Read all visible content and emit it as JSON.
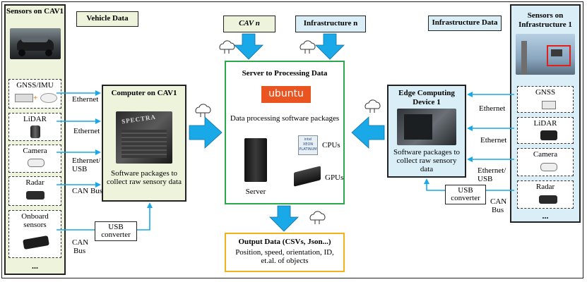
{
  "left_column": {
    "title": "Sensors on CAV1",
    "tag": "Vehicle Data",
    "sensors": [
      {
        "name": "GNSS/IMU"
      },
      {
        "name": "LiDAR"
      },
      {
        "name": "Camera"
      },
      {
        "name": "Radar"
      },
      {
        "name": "Onboard sensors"
      }
    ],
    "ellipsis": "..."
  },
  "right_column": {
    "title": "Sensors on Infrastructure 1",
    "tag": "Infrastructure Data",
    "sensors": [
      {
        "name": "GNSS"
      },
      {
        "name": "LiDAR"
      },
      {
        "name": "Camera"
      },
      {
        "name": "Radar"
      }
    ],
    "ellipsis": "..."
  },
  "top_sources": {
    "cav": "CAV n",
    "infrastructure": "Infrastructure n"
  },
  "computer": {
    "title": "Computer on CAV1",
    "device_label": "SPECTRA",
    "description": "Software packages to collect raw sensory data"
  },
  "edge": {
    "title": "Edge Computing Device 1",
    "description": "Software packages to collect raw sensory data"
  },
  "server_box": {
    "title": "Server to Processing Data",
    "os_logo": "ubuntu",
    "packages": "Data processing software packages",
    "server_label": "Server",
    "cpu_label": "CPUs",
    "gpu_label": "GPUs",
    "cpu_badge": "intel XEON PLATINUM"
  },
  "output": {
    "title": "Output Data (CSVs, Json...)",
    "description": "Position, speed, orientation, ID, et.al. of objects"
  },
  "links_left": {
    "ethernet_1": "Ethernet",
    "ethernet_2": "Ethernet",
    "ethernet_usb_1": "Ethernet/",
    "ethernet_usb_2": "USB",
    "can_bus": "CAN Bus",
    "can_1": "CAN",
    "can_2": "Bus",
    "usb_converter_1": "USB",
    "usb_converter_2": "converter"
  },
  "links_right": {
    "ethernet_1": "Ethernet",
    "ethernet_2": "Ethernet",
    "ethernet_usb_1": "Ethernet/",
    "ethernet_usb_2": "USB",
    "can_1": "CAN",
    "can_2": "Bus",
    "usb_converter_1": "USB",
    "usb_converter_2": "converter"
  },
  "colors": {
    "arrow_blue": "#1aa9e8",
    "vehicle_bg": "#eef3dc",
    "infra_bg": "#d9eef6",
    "server_border": "#2aa84a",
    "output_border": "#f2b21b",
    "ubuntu_orange": "#e95420"
  }
}
